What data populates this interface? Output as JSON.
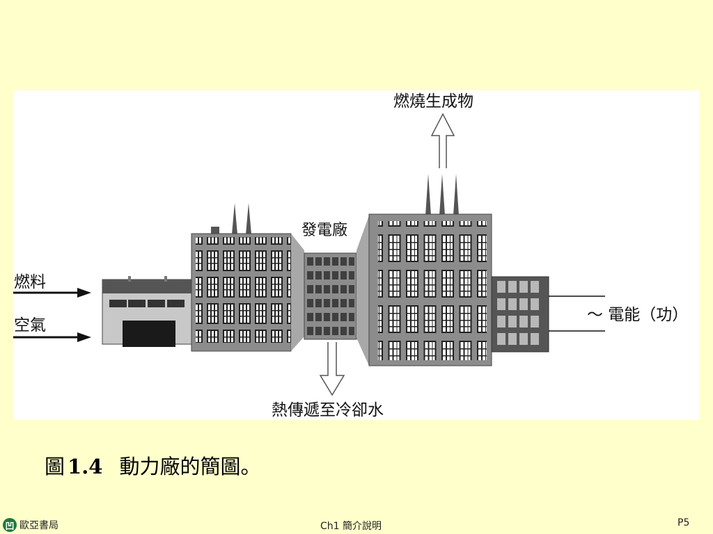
{
  "diagram": {
    "label_top": "燃燒生成物",
    "label_plant": "發電廠",
    "label_fuel": "燃料",
    "label_air": "空氣",
    "label_power": "～ 電能（功）",
    "label_cooling": "熱傳遞至冷卻水"
  },
  "caption": {
    "prefix": "圖",
    "number": "1.4",
    "text": "動力廠的簡圖。"
  },
  "footer": {
    "publisher": "歐亞書局",
    "logo_glyph": "凹",
    "chapter": "Ch1 簡介說明",
    "page": "P5"
  },
  "colors": {
    "background": "#FFFFCC",
    "panel": "#FFFFFF",
    "building_gray": "#8c8c8c",
    "dark_gray": "#555555"
  }
}
